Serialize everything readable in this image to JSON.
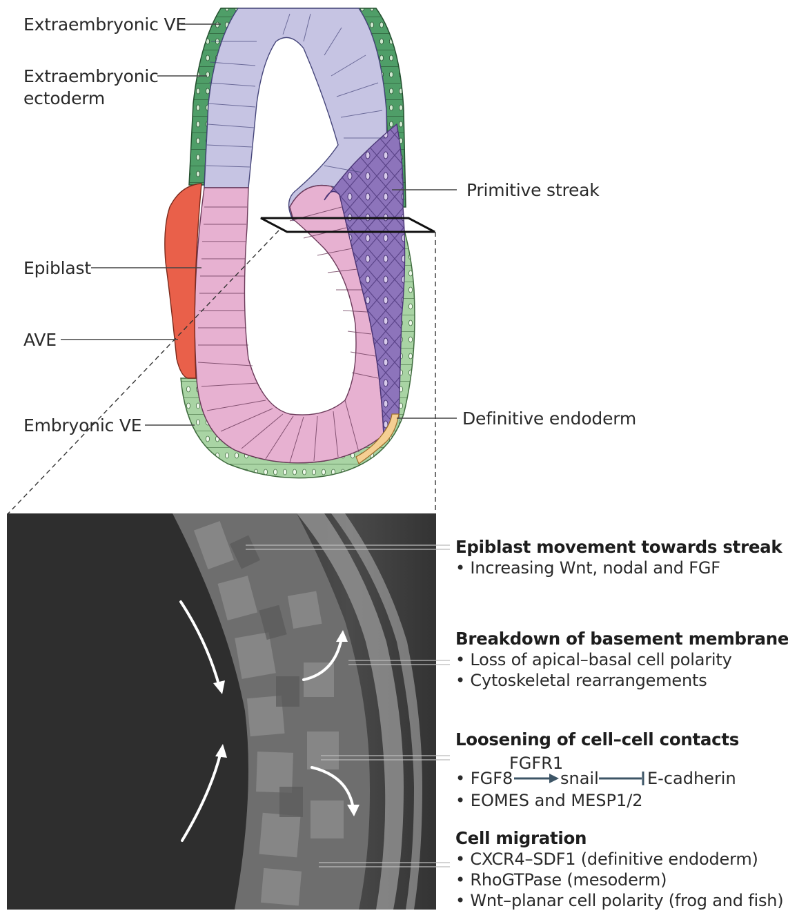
{
  "labels": {
    "extraembryonic_ve": "Extraembryonic VE",
    "extraembryonic_ectoderm": "Extraembryonic\nectoderm",
    "epiblast": "Epiblast",
    "ave": "AVE",
    "embryonic_ve": "Embryonic VE",
    "primitive_streak": "Primitive streak",
    "definitive_endoderm": "Definitive endoderm"
  },
  "sections": [
    {
      "heading": "Epiblast movement towards streak",
      "bullets": [
        "Increasing Wnt, nodal and FGF"
      ]
    },
    {
      "heading": "Breakdown of basement membrane",
      "bullets": [
        "Loss of apical–basal cell polarity",
        "Cytoskeletal rearrangements"
      ]
    },
    {
      "heading": "Loosening of cell–cell contacts",
      "bullets": []
    },
    {
      "heading": "Cell migration",
      "bullets": [
        "CXCR4–SDF1 (definitive endoderm)",
        "RhoGTPase (mesoderm)",
        "Wnt–planar cell polarity (frog and fish)"
      ]
    }
  ],
  "pathway": {
    "receptor": "FGFR1",
    "ligand": "FGF8",
    "target": "snail",
    "repressed": "E-cadherin",
    "bullet2": "EOMES and MESP1/2"
  },
  "colors": {
    "extraembryonic_ectoderm": "#c6c4e3",
    "visceral_endoderm": "#4f9e68",
    "embryonic_ve": "#a9d4a4",
    "epiblast": "#e7b1d1",
    "ave": "#e9604a",
    "primitive_streak": "#8d74bb",
    "definitive_endoderm": "#f5cf93",
    "sem_background": "#333333"
  }
}
